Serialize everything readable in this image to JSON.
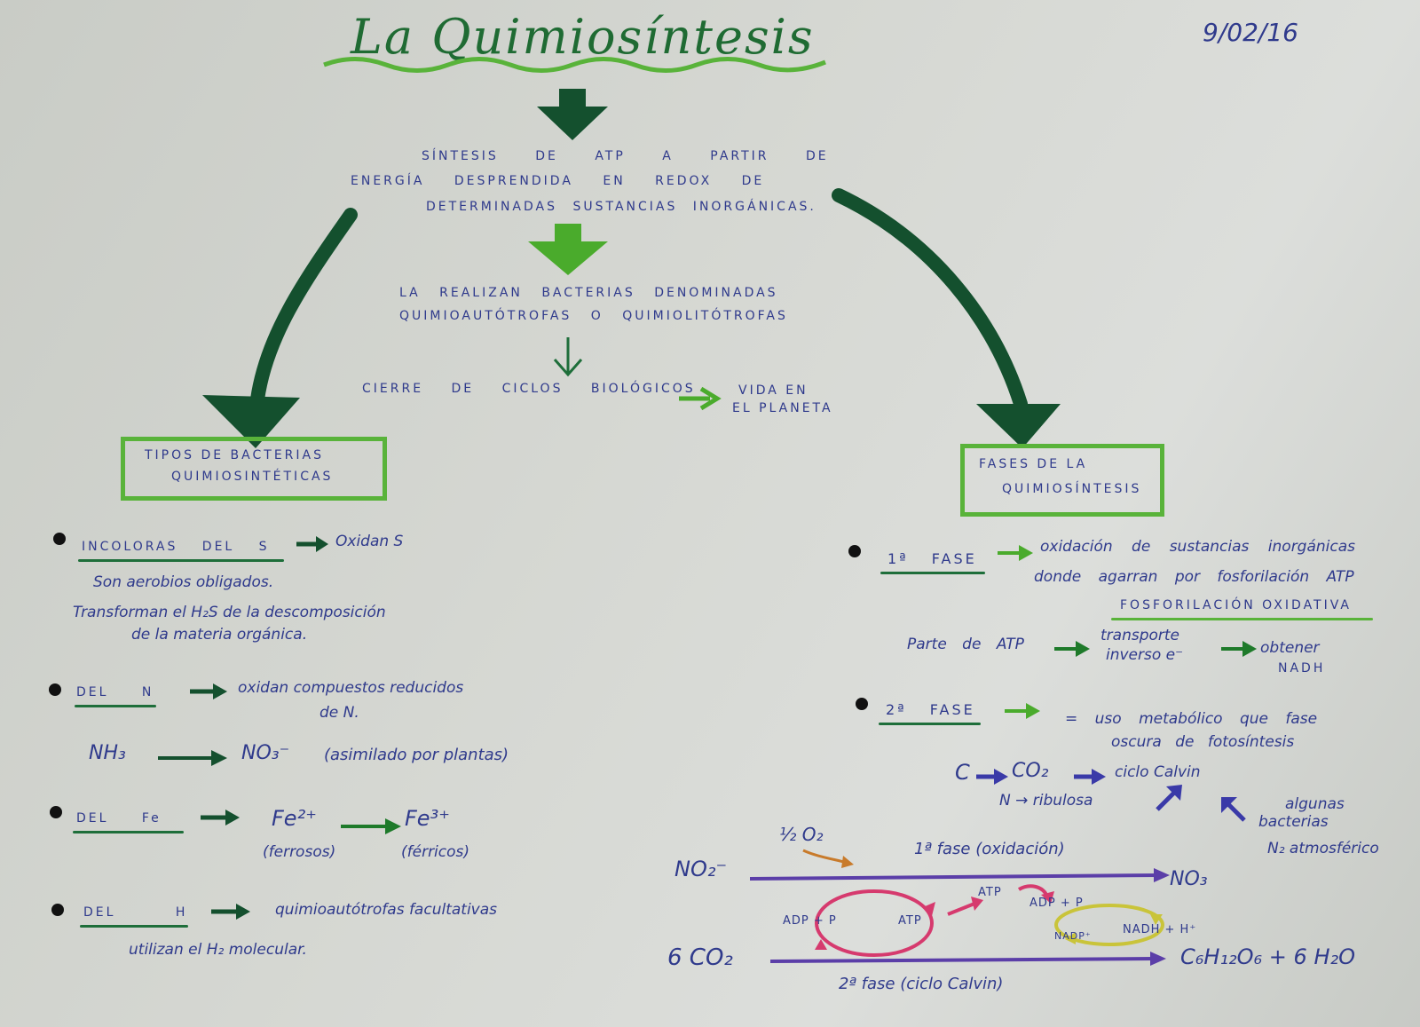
{
  "title": "La Quimiosíntesis",
  "date": "9/02/16",
  "definition": {
    "line1": "SÍNTESIS DE ATP A PARTIR DE",
    "line2": "ENERGÍA DESPRENDIDA EN REDOX DE",
    "line3": "DETERMINADAS SUSTANCIAS INORGÁNICAS."
  },
  "performers": {
    "line1": "LA REALIZAN BACTERIAS DENOMINADAS",
    "line2": "QUIMIOAUTÓTROFAS O QUIMIOLITÓTROFAS"
  },
  "cycle": {
    "left": "CIERRE DE CICLOS BIOLÓGICOS",
    "right_line1": "VIDA EN",
    "right_line2": "EL PLANETA"
  },
  "left_box": {
    "line1": "TIPOS DE BACTERIAS",
    "line2": "QUIMIOSINTÉTICAS"
  },
  "right_box": {
    "line1": "FASES DE LA",
    "line2": "QUIMIOSÍNTESIS"
  },
  "bacteria": [
    {
      "label": "INCOLORAS DEL S",
      "result": "Oxidan S",
      "notes": [
        "Son aerobios obligados.",
        "Transforman el H₂S de la descomposición",
        "de la materia orgánica."
      ]
    },
    {
      "label": "DEL N",
      "result": "oxidan compuestos reducidos",
      "result2": "de N.",
      "equation_left": "NH₃",
      "equation_right": "NO₃⁻",
      "equation_note": "(asimilado por plantas)"
    },
    {
      "label": "DEL Fe",
      "left": "Fe²⁺",
      "left_note": "(ferrosos)",
      "right": "Fe³⁺",
      "right_note": "(férricos)"
    },
    {
      "label": "DEL H",
      "result": "quimioautótrofas facultativas",
      "note": "utilizan el H₂ molecular."
    }
  ],
  "phases": [
    {
      "label": "1ª FASE",
      "text_line1": "oxidación de sustancias inorgánicas",
      "text_line2": "donde agarran por fosforilación ATP",
      "highlight": "FOSFORILACIÓN OXIDATIVA",
      "sub_left": "Parte de ATP",
      "sub_mid_line1": "transporte",
      "sub_mid_line2": "inverso e⁻",
      "sub_right_line1": "obtener",
      "sub_right_line2": "NADH"
    },
    {
      "label": "2ª FASE",
      "text_line1": "= uso metabólico que fase",
      "text_line2": "oscura de fotosíntesis",
      "flow_c": "C",
      "flow_co2": "CO₂",
      "flow_calvin": "ciclo Calvin",
      "flow_n": "N → ribulosa",
      "flow_bact_line1": "algunas",
      "flow_bact_line2": "bacterias",
      "flow_n2": "N₂ atmosférico"
    }
  ],
  "scheme": {
    "o2": "½ O₂",
    "phase1": "1ª fase (oxidación)",
    "no2": "NO₂⁻",
    "no3": "NO₃",
    "atp1": "ATP",
    "atp2": "ATP",
    "adp_p1": "ADP + P",
    "adp_p2": "ADP + P",
    "nadp": "NADP⁺",
    "nadph": "NADH + H⁺",
    "co2": "6 CO₂",
    "glucose": "C₆H₁₂O₆ + 6 H₂O",
    "phase2": "2ª fase (ciclo Calvin)"
  },
  "colors": {
    "title_green": "#1f6b33",
    "light_green": "#59b33a",
    "dark_green": "#145a32",
    "ink_blue": "#2f3a8c",
    "purple": "#5b3ea8",
    "pink": "#d63a6e",
    "yellow": "#c9c43a",
    "orange": "#c87a2a"
  }
}
